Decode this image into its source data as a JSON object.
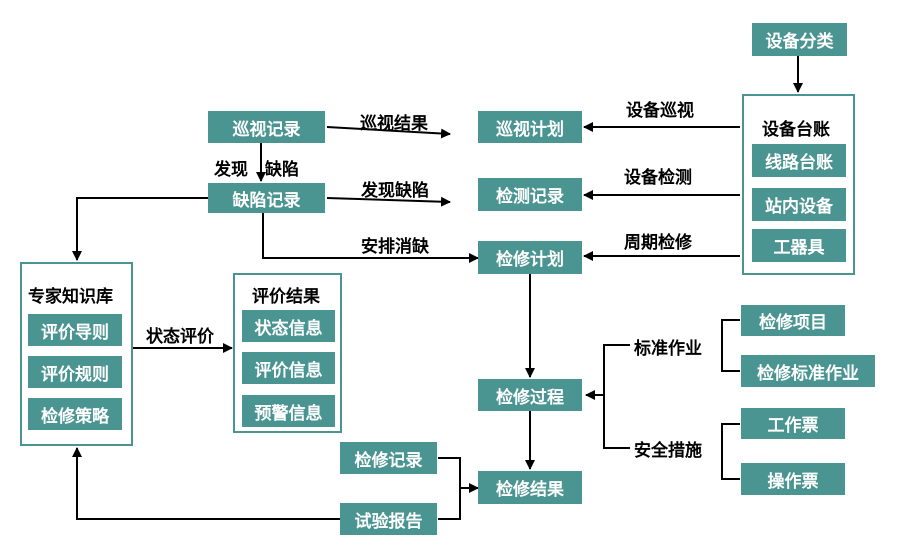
{
  "nodes": {
    "device_category": "设备分类",
    "device_ledger_title": "设备台账",
    "line_ledger": "线路台账",
    "station_equipment": "站内设备",
    "tools": "工器具",
    "inspection_record": "巡视记录",
    "defect_record": "缺陷记录",
    "inspection_plan": "巡视计划",
    "detection_record": "检测记录",
    "maintenance_plan": "检修计划",
    "expert_kb_title": "专家知识库",
    "evaluation_guide": "评价导则",
    "evaluation_rules": "评价规则",
    "maintenance_strategy": "检修策略",
    "evaluation_result_title": "评价结果",
    "status_info": "状态信息",
    "evaluation_info": "评价信息",
    "warning_info": "预警信息",
    "maintenance_process": "检修过程",
    "standard_operation": "标准作业",
    "maintenance_item": "检修项目",
    "maintenance_standard_operation": "检修标准作业",
    "safety_measures": "安全措施",
    "work_ticket": "工作票",
    "operation_ticket": "操作票",
    "maintenance_record": "检修记录",
    "test_report": "试验报告",
    "maintenance_result": "检修结果"
  },
  "edges": {
    "inspection_result": "巡视结果",
    "found_label": "发现",
    "defect_label": "缺陷",
    "found_defect": "发现缺陷",
    "arrange_elimination": "安排消缺",
    "device_inspection": "设备巡视",
    "device_detection": "设备检测",
    "periodic_maintenance": "周期检修",
    "status_evaluation": "状态评价"
  },
  "colors": {
    "box_fill": "#4a9492",
    "box_text": "#ffffff",
    "line": "#000000",
    "label_text": "#000000"
  }
}
